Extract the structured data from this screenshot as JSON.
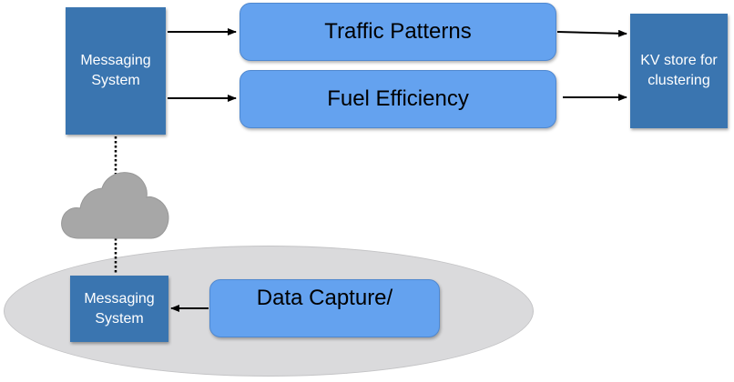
{
  "top_messaging": {
    "label": "Messaging\nSystem"
  },
  "bottom_messaging": {
    "label": "Messaging\nSystem"
  },
  "kv_store": {
    "label": "KV store for\nclustering"
  },
  "traffic": {
    "label": "Traffic Patterns"
  },
  "fuel": {
    "label": "Fuel Efficiency"
  },
  "capture": {
    "label": "Data Capture/"
  },
  "colors": {
    "system_box": "#3a75b0",
    "process_box": "#64a2ef",
    "cloud": "#a7a7a7",
    "ellipse": "#dadadc"
  },
  "icons": {
    "cloud": "cloud-icon"
  }
}
